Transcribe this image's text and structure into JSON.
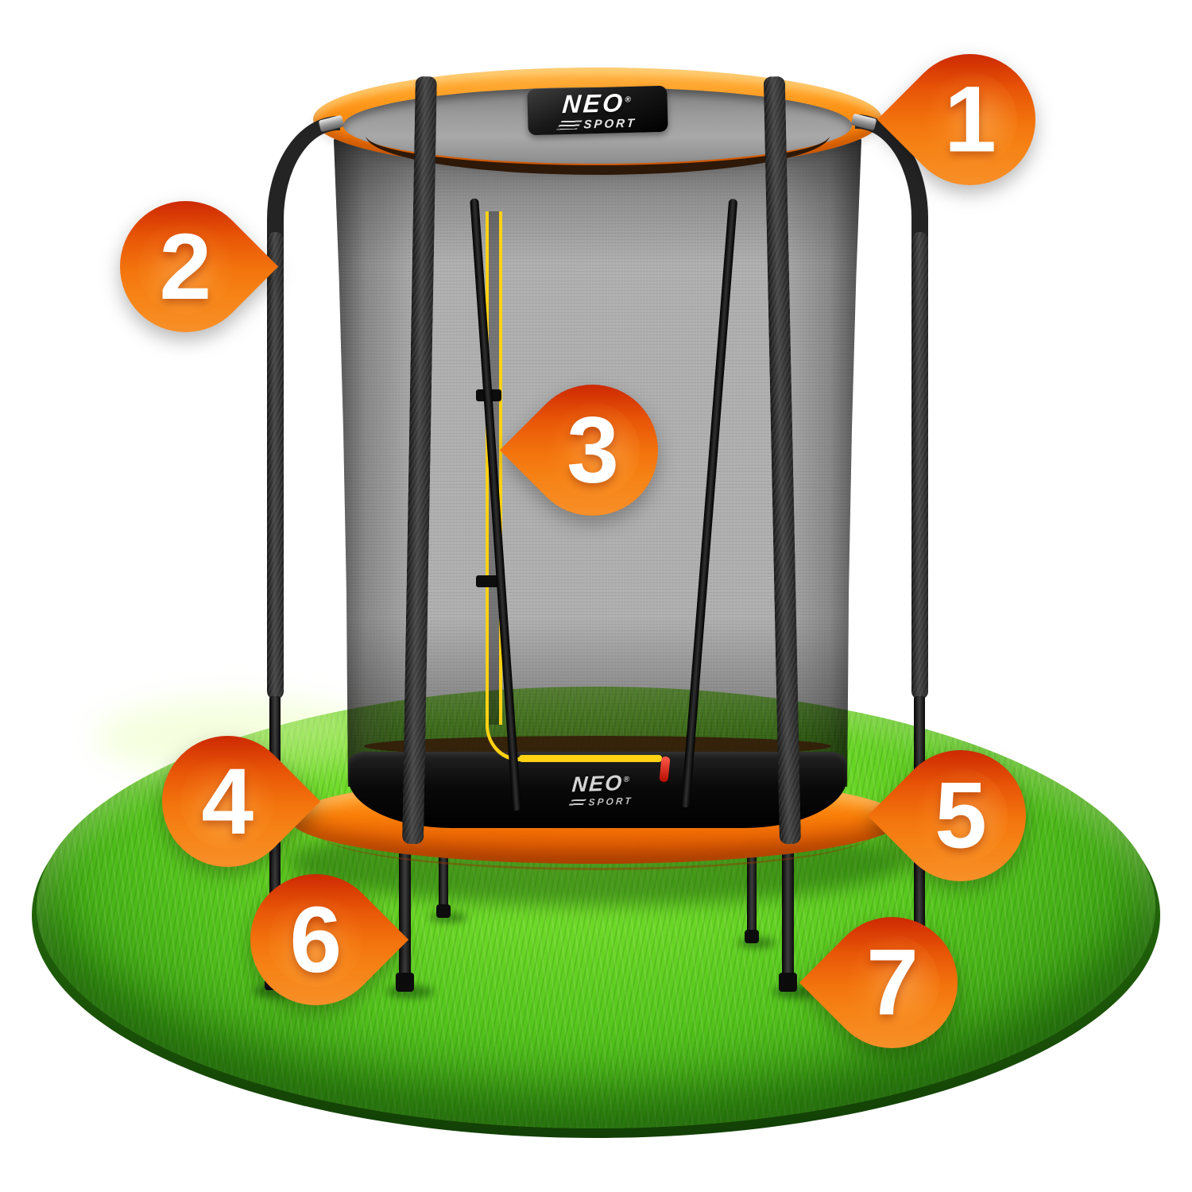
{
  "brand": {
    "name": "NEO",
    "reg": "®",
    "sub": "SPORT"
  },
  "callouts": [
    {
      "label": "1"
    },
    {
      "label": "2"
    },
    {
      "label": "3"
    },
    {
      "label": "4"
    },
    {
      "label": "5"
    },
    {
      "label": "6"
    },
    {
      "label": "7"
    }
  ],
  "colors": {
    "background_white": "#ffffff",
    "ring_orange": "#f9830a",
    "pad_orange": "#f87d09",
    "callout_red": "#c21500",
    "callout_orange": "#f3740d",
    "grass_green": "#54c41c",
    "grass_rim_dark": "#1e5c09",
    "net_gray_tint": "rgba(12,12,12,0.33)",
    "frame_black": "#1b1b1b",
    "foam_gray": "#3b3b3b",
    "zipper_yellow": "#ffd214",
    "zipper_pull_red": "#d92a1a",
    "logo_badge_black": "#111111",
    "logo_text_white": "#ffffff"
  }
}
